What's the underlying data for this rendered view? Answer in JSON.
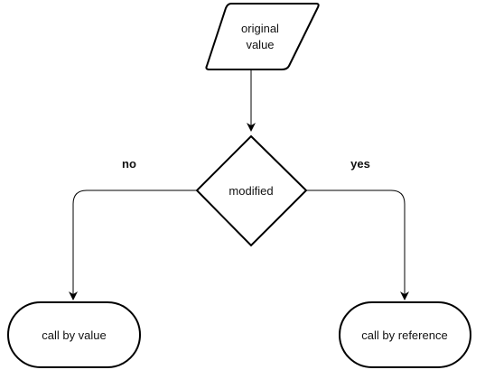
{
  "nodes": {
    "input": {
      "line1": "original",
      "line2": "value"
    },
    "decision": {
      "label": "modified"
    },
    "terminal_left": {
      "label": "call by value"
    },
    "terminal_right": {
      "label": "call by reference"
    }
  },
  "edges": {
    "no_label": "no",
    "yes_label": "yes"
  }
}
